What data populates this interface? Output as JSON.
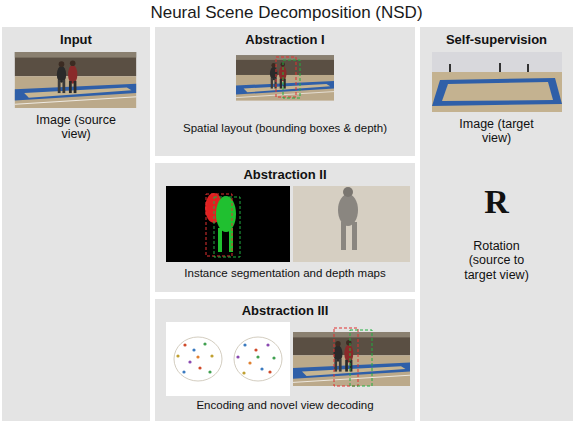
{
  "diagram": {
    "title": "Neural Scene Decomposition (NSD)",
    "nodes": [
      {
        "text": [
          "Input",
          "Image (source view)"
        ]
      },
      {
        "text": [
          "Abstraction I",
          "Spatial layout (bounding boxes & depth)"
        ]
      },
      {
        "text": [
          "Abstraction II",
          "Instance segmentation and depth maps"
        ]
      },
      {
        "text": [
          "Abstraction III",
          "Encoding and novel view decoding"
        ]
      },
      {
        "text": [
          "Self-supervision",
          "Image (target view)",
          "R",
          "Rotation (source to target view)"
        ]
      }
    ]
  }
}
